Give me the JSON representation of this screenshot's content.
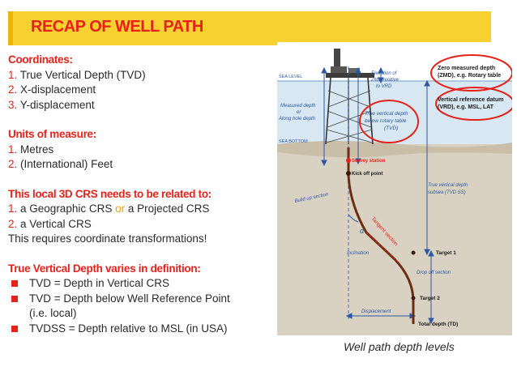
{
  "title": "RECAP OF WELL PATH",
  "coordinates": {
    "heading": "Coordinates:",
    "items": [
      {
        "num": "1.",
        "text": "True Vertical Depth (TVD)"
      },
      {
        "num": "2.",
        "text": "X-displacement"
      },
      {
        "num": "3.",
        "text": "Y-displacement"
      }
    ]
  },
  "units": {
    "heading": "Units of measure:",
    "items": [
      {
        "num": "1.",
        "text": "Metres"
      },
      {
        "num": "2.",
        "text": "(International) Feet"
      }
    ]
  },
  "crs": {
    "heading": "This local 3D CRS needs to be related to:",
    "item1_num": "1.",
    "item1_a": "a Geographic CRS",
    "item1_or": "or",
    "item1_b": "a Projected CRS",
    "item2_num": "2.",
    "item2_text": "a Vertical CRS",
    "note": "This requires coordinate transformations!"
  },
  "tvd": {
    "heading": "True Vertical Depth varies in definition:",
    "bullets": [
      "TVD = Depth in Vertical CRS",
      "TVD = Depth below Well Reference Point",
      "(i.e. local)",
      "TVDSS = Depth relative to MSL (in USA)"
    ]
  },
  "diagram": {
    "sea_level": "SEA LEVEL",
    "sea_bottom": "SEA BOTTOM",
    "zmd_line1": "Zero measured depth",
    "zmd_line2": "(ZMD), e.g.  Rotary table",
    "elev_line1": "Elevation of",
    "elev_line2": "ZMD relative",
    "elev_line3": "to VRD",
    "vrd_line1": "Vertical reference datum",
    "vrd_line2": "(VRD), e.g.  MSL, LAT",
    "md_line1": "Measured depth",
    "md_line2": "or",
    "md_line3": "Along hole depth",
    "tvd_line1": "True vertical depth",
    "tvd_line2": "below rotary table",
    "tvd_line3": "(TVD)",
    "survey_station": "Survey station",
    "kick_off": "Kick off point",
    "tvdss_line1": "True vertical depth",
    "tvdss_line2": "subsea (TVD SS)",
    "build_up": "Build up section",
    "tangent": "Tangent section",
    "alpha": "α",
    "inclination": "Inclination",
    "target1": "Target 1",
    "drop_off": "Drop off section",
    "target2": "Target 2",
    "displacement": "Displacement",
    "total_depth": "Total depth (TD)"
  },
  "caption": "Well path depth levels",
  "colors": {
    "accent_red": "#e5231b",
    "title_bar": "#f6d130",
    "diagram_blue": "#2e58a6",
    "well_path": "#6b2e12"
  }
}
